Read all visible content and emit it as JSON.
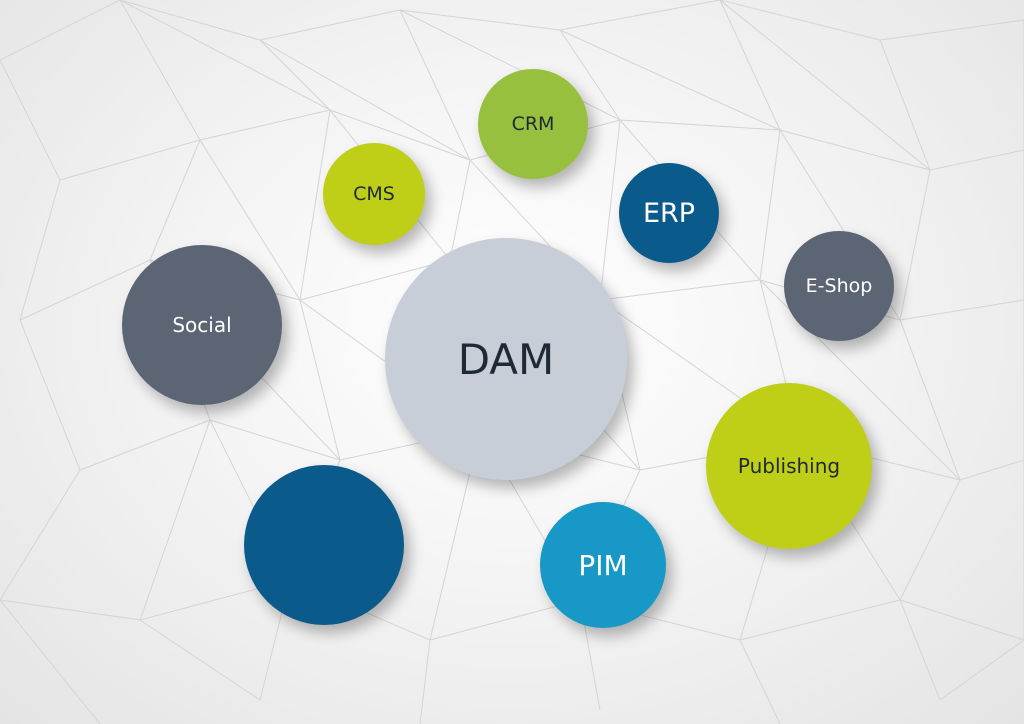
{
  "diagram": {
    "colors": {
      "center": "#c8ced8",
      "slate": "#5b6573",
      "lime": "#bfcf18",
      "green": "#98c03f",
      "navy": "#0b5a8c",
      "cyan": "#1798c6",
      "web_line": "#d2d2d2"
    },
    "center": {
      "label": "DAM"
    },
    "nodes": [
      {
        "id": "crm",
        "label": "CRM"
      },
      {
        "id": "cms",
        "label": "CMS"
      },
      {
        "id": "erp",
        "label": "ERP"
      },
      {
        "id": "eshop",
        "label": "E-Shop"
      },
      {
        "id": "social",
        "label": "Social"
      },
      {
        "id": "publishing",
        "label": "Publishing"
      },
      {
        "id": "pim",
        "label": "PIM"
      },
      {
        "id": "unlabeled",
        "label": ""
      }
    ]
  }
}
